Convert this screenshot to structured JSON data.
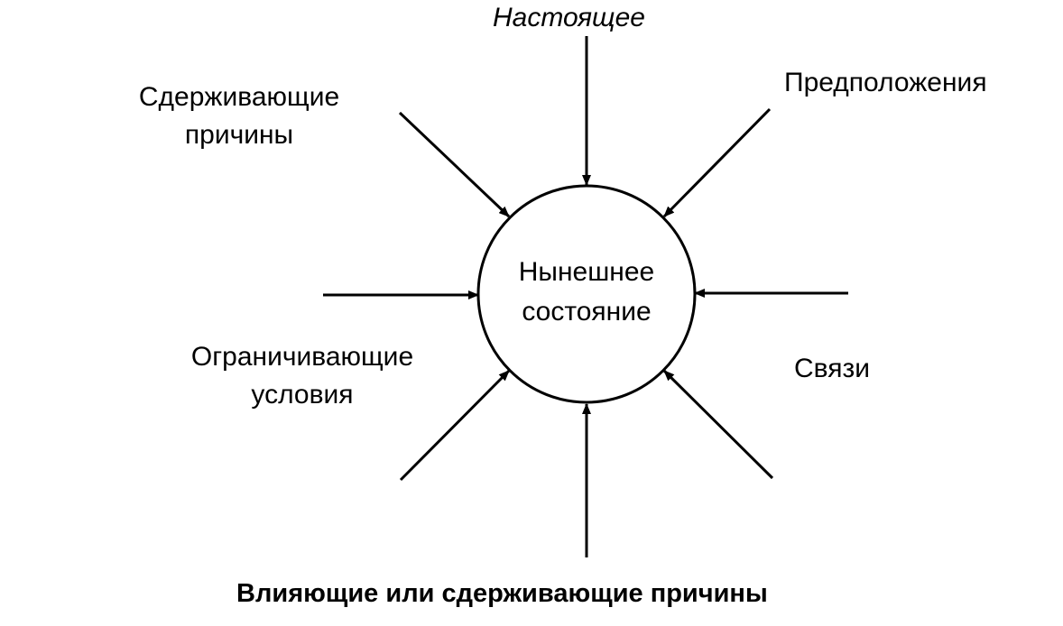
{
  "diagram": {
    "center": {
      "line1": "Нынешнее",
      "line2": "состояние"
    },
    "labels": {
      "top": "Настоящее",
      "top_left_line1": "Сдерживающие",
      "top_left_line2": "причины",
      "top_right": "Предположения",
      "left_line1": "Ограничивающие",
      "left_line2": "условия",
      "right": "Связи"
    },
    "caption": "Влияющие или сдерживающие причины",
    "colors": {
      "ink": "#000000",
      "background": "#ffffff"
    }
  }
}
